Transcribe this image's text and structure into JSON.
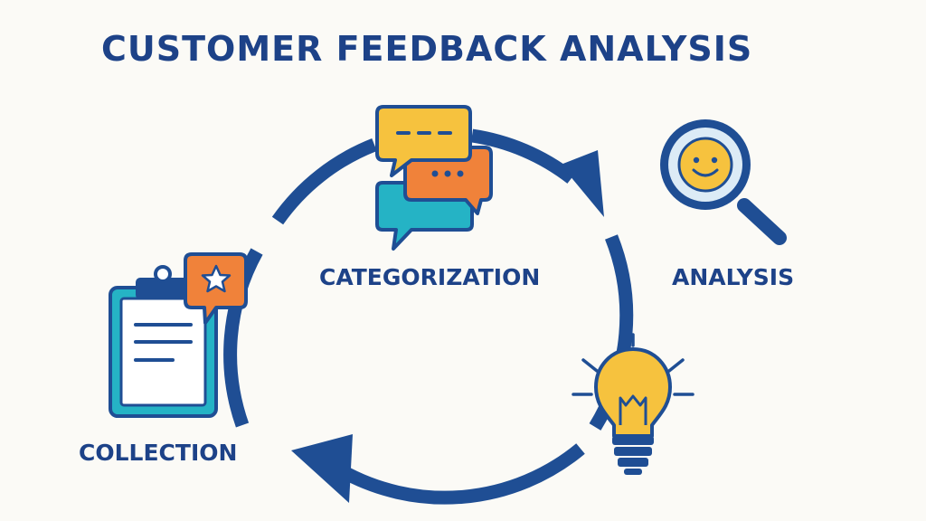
{
  "title": "CUSTOMER FEEDBACK ANALYSIS",
  "stages": {
    "categorization": "CATEGORIZATION",
    "analysis": "ANALYSIS",
    "collection": "COLLECTION"
  },
  "icons": {
    "categorization": "speech-bubbles-icon",
    "analysis": "magnifier-smiley-icon",
    "collection": "clipboard-star-icon",
    "insight": "lightbulb-icon"
  },
  "colors": {
    "background": "#fbfaf6",
    "primary_blue": "#1f4e94",
    "text_blue": "#1d4288",
    "yellow": "#f6c23e",
    "orange": "#f0823a",
    "teal": "#25b3c5",
    "light_blue": "#dcebf6"
  }
}
